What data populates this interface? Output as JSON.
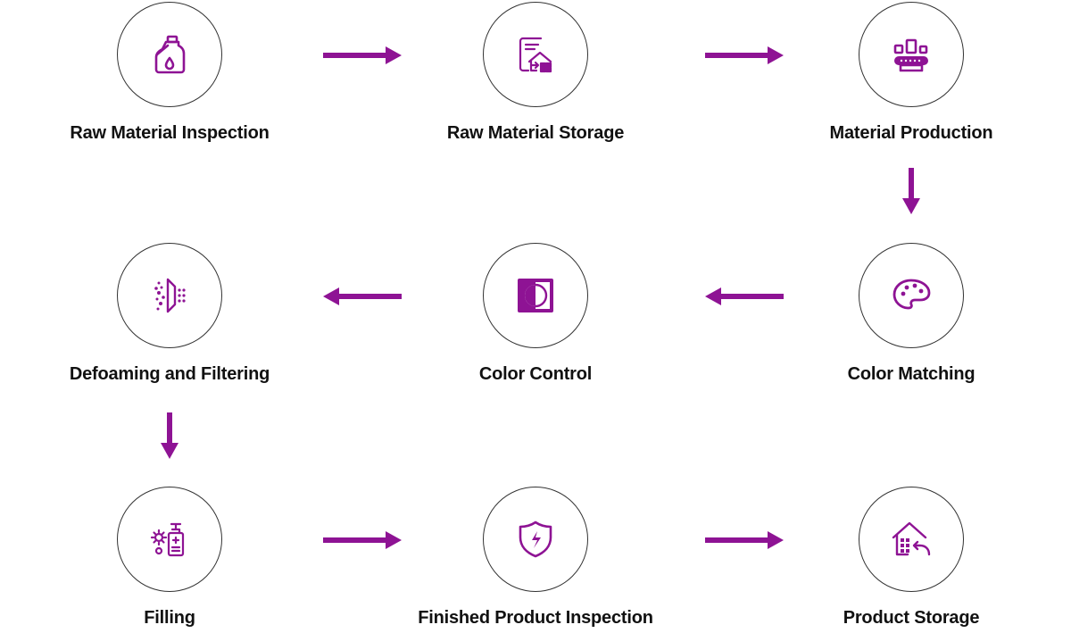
{
  "accent_color": "#8e1394",
  "steps": [
    {
      "label": "Raw Material Inspection",
      "icon": "bottle-drop-icon"
    },
    {
      "label": "Raw Material Storage",
      "icon": "warehouse-storage-icon"
    },
    {
      "label": "Material Production",
      "icon": "conveyor-belt-icon"
    },
    {
      "label": "Color Matching",
      "icon": "palette-icon"
    },
    {
      "label": "Color Control",
      "icon": "contrast-icon"
    },
    {
      "label": "Defoaming and Filtering",
      "icon": "filter-icon"
    },
    {
      "label": "Filling",
      "icon": "dispenser-bottle-icon"
    },
    {
      "label": "Finished Product Inspection",
      "icon": "shield-bolt-icon"
    },
    {
      "label": "Product Storage",
      "icon": "storage-return-icon"
    }
  ]
}
